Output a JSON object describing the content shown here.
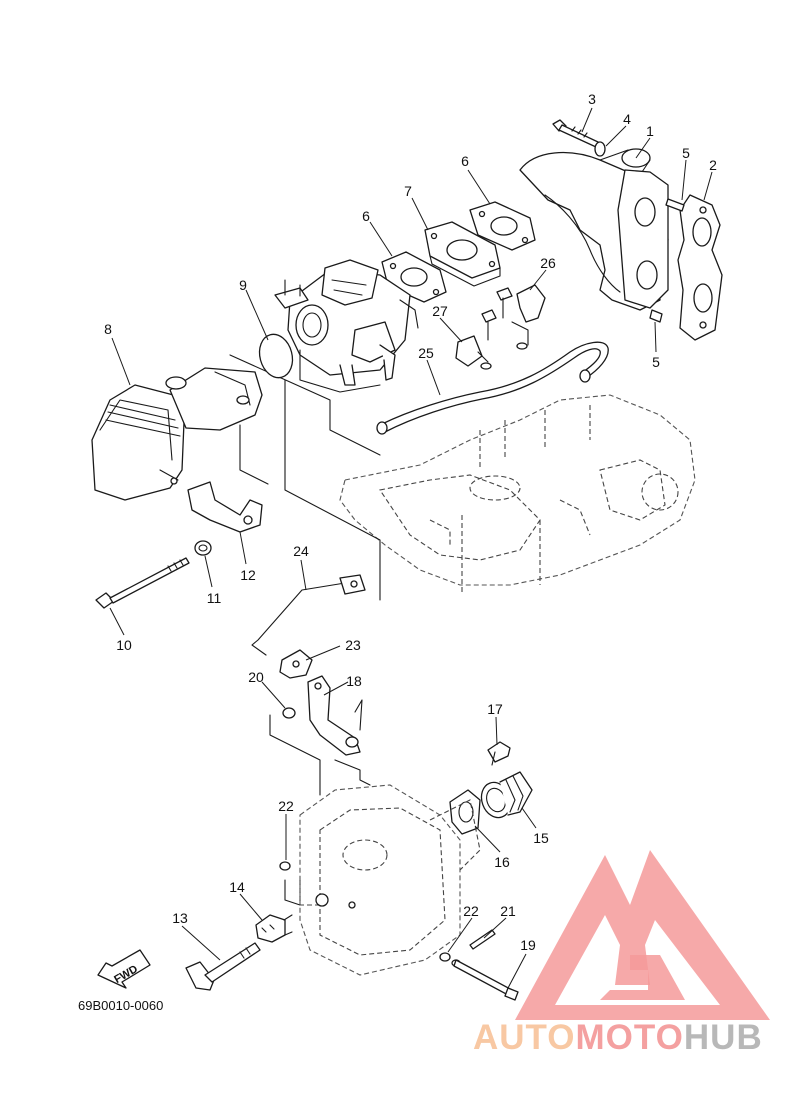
{
  "diagram": {
    "drawing_code": "69B0010-0060",
    "fwd_label": "FWD",
    "callouts": [
      {
        "label": "1"
      },
      {
        "label": "2"
      },
      {
        "label": "3"
      },
      {
        "label": "4"
      },
      {
        "label": "5"
      },
      {
        "label": "5"
      },
      {
        "label": "6"
      },
      {
        "label": "6"
      },
      {
        "label": "7"
      },
      {
        "label": "8"
      },
      {
        "label": "9"
      },
      {
        "label": "10"
      },
      {
        "label": "11"
      },
      {
        "label": "12"
      },
      {
        "label": "13"
      },
      {
        "label": "14"
      },
      {
        "label": "15"
      },
      {
        "label": "16"
      },
      {
        "label": "17"
      },
      {
        "label": "18"
      },
      {
        "label": "19"
      },
      {
        "label": "20"
      },
      {
        "label": "21"
      },
      {
        "label": "22"
      },
      {
        "label": "22"
      },
      {
        "label": "23"
      },
      {
        "label": "24"
      },
      {
        "label": "25"
      },
      {
        "label": "26"
      },
      {
        "label": "27"
      }
    ]
  },
  "watermark": {
    "part1": "AUTO",
    "part2": "MOTO",
    "part3": "HUB",
    "colors": {
      "triangle": "#f59a9a",
      "auto": "#f8c8a3",
      "moto": "#f4a0a0",
      "hub": "#b8b8b8"
    }
  }
}
